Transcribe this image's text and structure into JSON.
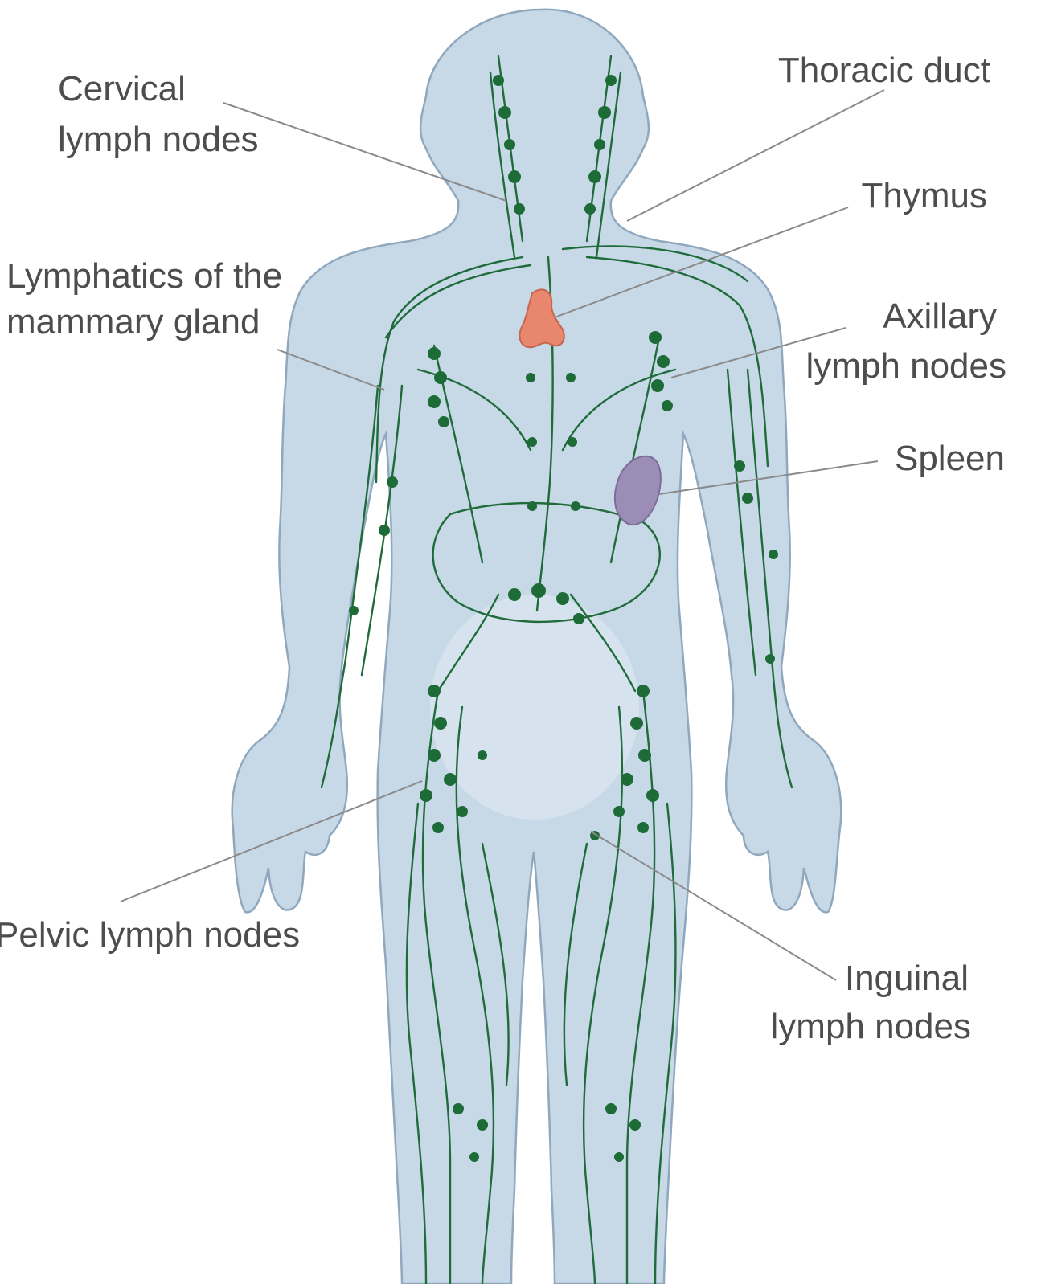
{
  "labels": {
    "cervical_l1": "Cervical",
    "cervical_l2": "lymph nodes",
    "thoracic": "Thoracic duct",
    "thymus": "Thymus",
    "mammary_l1": "Lymphatics of the",
    "mammary_l2": "mammary gland",
    "axillary_l1": "Axillary",
    "axillary_l2": "lymph nodes",
    "spleen": "Spleen",
    "pelvic": "Pelvic lymph nodes",
    "inguinal_l1": "Inguinal",
    "inguinal_l2": "lymph nodes"
  },
  "colors": {
    "background": "#ffffff",
    "body_fill": "#c7d8e7",
    "body_outline": "#8fa8bd",
    "lymph_vessel": "#1f6b3a",
    "lymph_node": "#1d6b36",
    "thymus": "#e8866e",
    "spleen": "#9b8db5",
    "label_text": "#4d4d4d",
    "leader_line": "#8a8a8a"
  }
}
